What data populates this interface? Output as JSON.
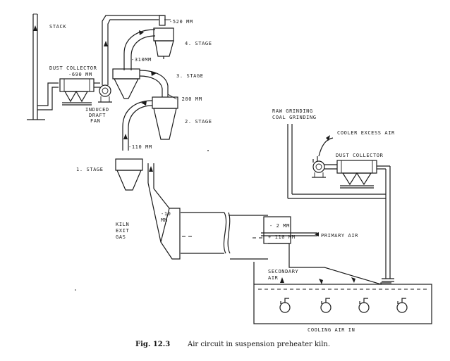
{
  "labels": {
    "stack": "STACK",
    "dust_collector_left": "DUST COLLECTOR",
    "pressure_690": "-690 MM",
    "induced_1": "INDUCED",
    "induced_2": "DRAFT",
    "induced_3": "FAN",
    "pressure_520": "-520  MM",
    "stage4": "4. STAGE",
    "pressure_310": "-310MM",
    "stage3": "3. STAGE",
    "pressure_200": "- 200 MM",
    "stage2": "2. STAGE",
    "pressure_110": "-110 MM",
    "stage1": "1. STAGE",
    "kiln_1": "KILN",
    "kiln_2": "EXIT",
    "kiln_3": "GAS",
    "pressure_10a": "-10",
    "pressure_10b": "MM",
    "raw_grinding": "RAW GRINDING",
    "coal_grinding": "COAL GRINDING",
    "cooler_excess_air": "COOLER EXCESS AIR",
    "dust_collector_right": "DUST COLLECTOR",
    "pressure_minus2": "- 2 MM",
    "pressure_plus110": "+ 110 MM",
    "primary_air": "PRIMARY AIR",
    "secondary_1": "SECONDARY",
    "secondary_2": "AIR",
    "cooling_air_in": "COOLING AIR IN"
  },
  "caption": {
    "fig": "Fig. 12.3",
    "text": "Air circuit in suspension preheater kiln."
  }
}
